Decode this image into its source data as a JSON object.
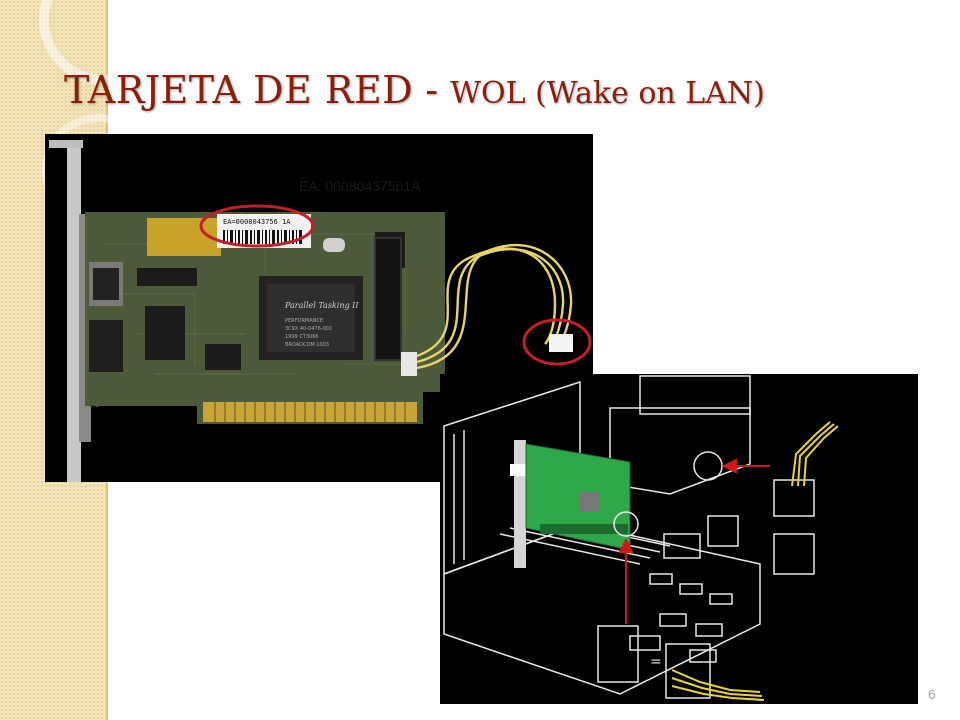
{
  "slide": {
    "title_main": "TARJETA DE RED",
    "title_separator": " - ",
    "title_sub": "WOL (Wake on LAN)",
    "slide_number": "6"
  },
  "nic_photo": {
    "mac_label": "EA. 00080437561A",
    "sticker_text": "EA=0008043756 1A"
  },
  "colors": {
    "title": "#8a1f0b",
    "highlight_circle": "#c41e2a",
    "arrow": "#d01818",
    "board_green": "#2fa84a",
    "left_band": "#f3e3b6"
  }
}
